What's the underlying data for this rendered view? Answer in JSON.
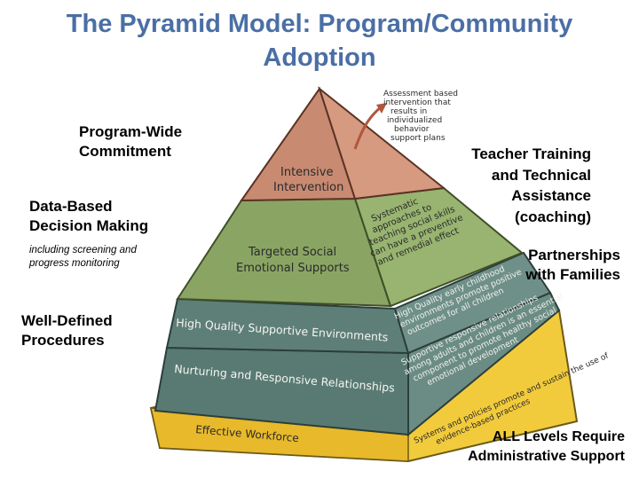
{
  "title_line1": "The Pyramid Model: Program/Community",
  "title_line2": "Adoption",
  "left_labels": {
    "program_wide": [
      "Program-Wide",
      "Commitment"
    ],
    "data_based": [
      "Data-Based",
      "Decision Making"
    ],
    "data_note": [
      "including screening and",
      "progress monitoring"
    ],
    "procedures": [
      "Well-Defined",
      "Procedures"
    ]
  },
  "right_labels": {
    "teacher_training": [
      "Teacher Training",
      "and Technical",
      "Assistance",
      "(coaching)"
    ],
    "partnerships": [
      "Partnerships",
      "with Families"
    ],
    "admin": [
      "ALL Levels Require",
      "Administrative Support"
    ]
  },
  "pyramid": {
    "top": [
      "Intensive",
      "Intervention"
    ],
    "top_note": [
      "Assessment based",
      "intervention that",
      "results in",
      "individualized",
      "behavior",
      "support plans"
    ],
    "second": [
      "Targeted Social",
      "Emotional Supports"
    ],
    "second_side": [
      "Systematic",
      "approaches to",
      "teaching social skills",
      "can have a preventive",
      "and remedial effect"
    ],
    "third": "High Quality Supportive Environments",
    "fourth": "Nurturing and Responsive Relationships",
    "third_side": [
      "High Quality early childhood",
      "environments promote positive",
      "outcomes for all children"
    ],
    "fourth_side": [
      "Supportive responsive relationships",
      "among adults and children is an essential",
      "component to promote healthy social",
      "emotional development"
    ],
    "base": "Effective Workforce",
    "base_side": [
      "Systems and policies promote and sustain the use of",
      "evidence-based practices"
    ]
  },
  "colors": {
    "title": "#4a6fa5",
    "top_tier": "#c98a72",
    "second_tier": "#8aa563",
    "lower_tier": "#5e7f78",
    "base_tier": "#f2cb3c"
  }
}
